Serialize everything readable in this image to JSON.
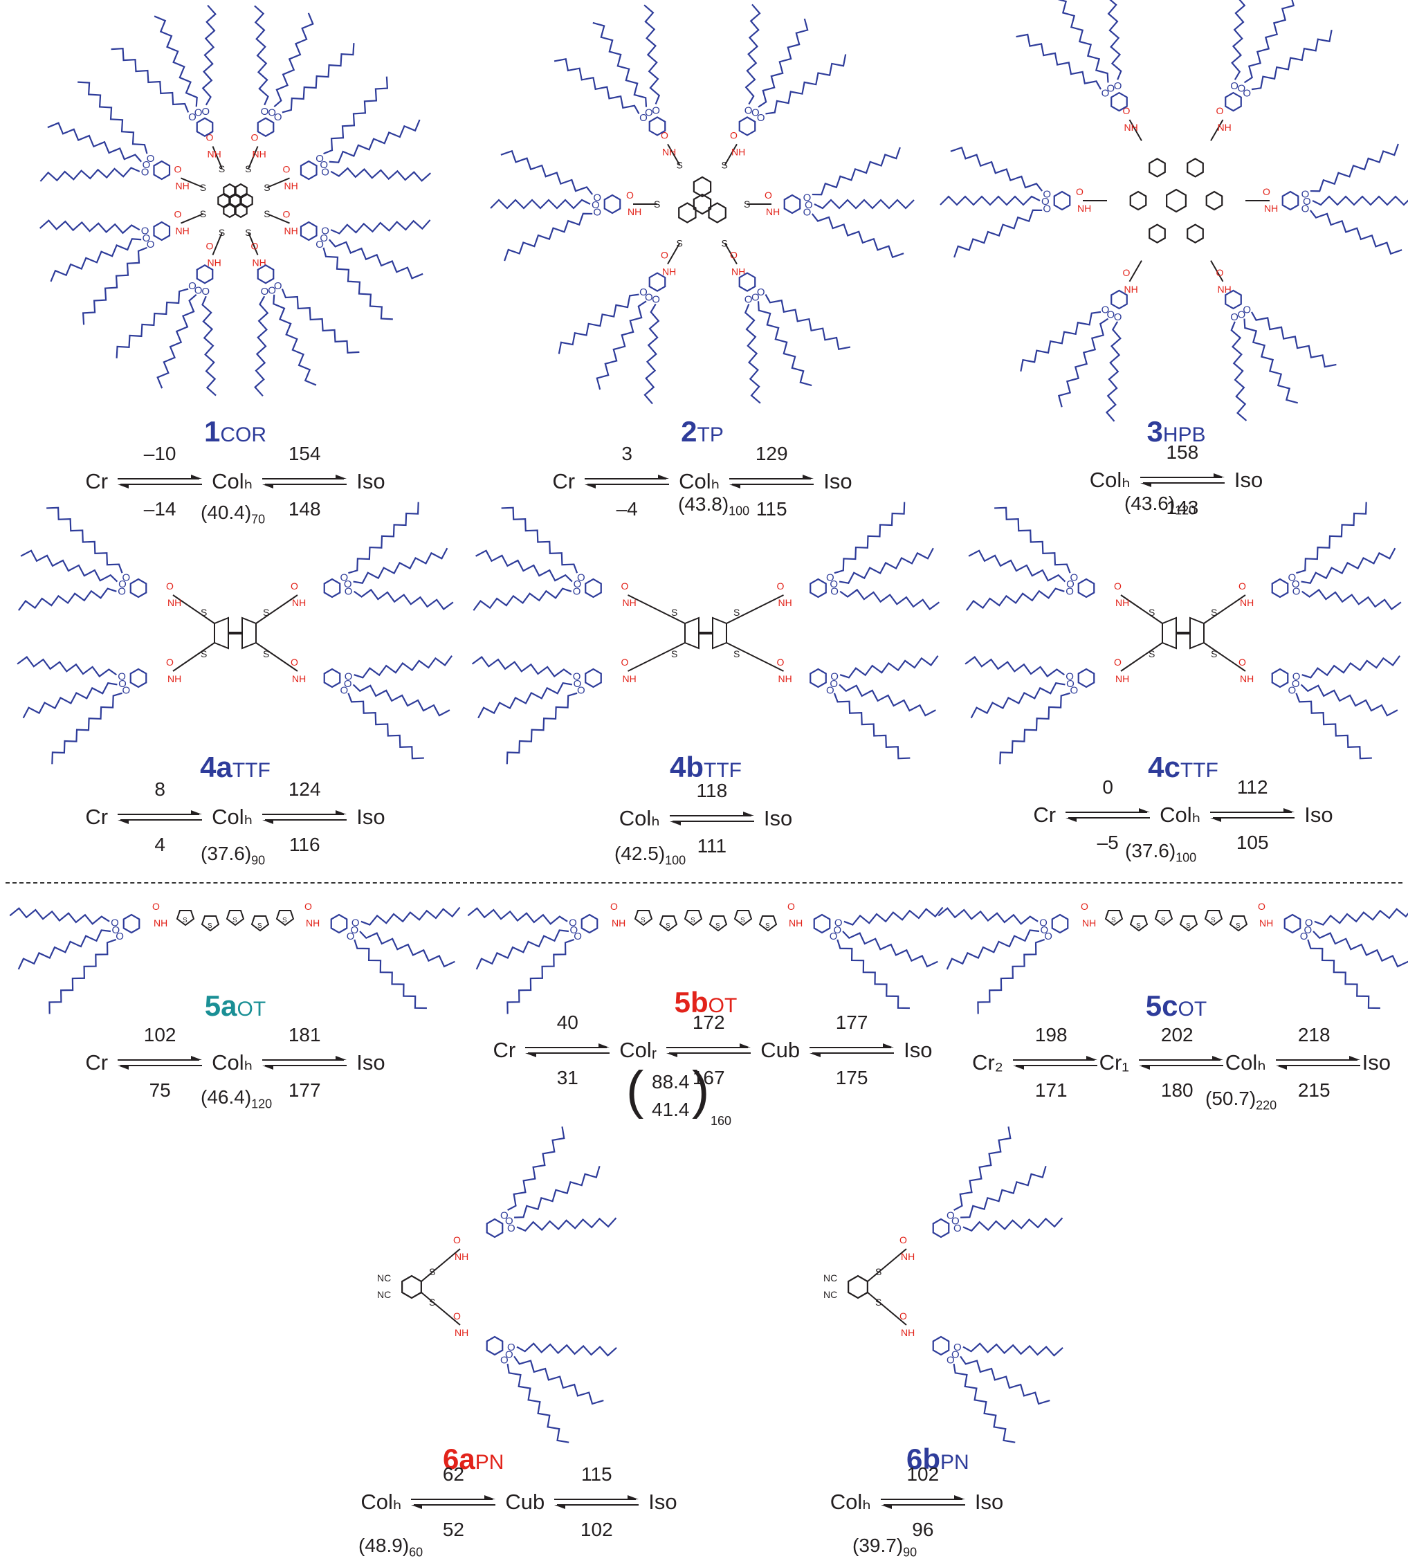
{
  "colors": {
    "alkyl": "#2e3c9a",
    "amide": "#e2231a",
    "core": "#231f20",
    "teal": "#1a8f95",
    "label_blue": "#2e3c9a",
    "label_red": "#e2231a"
  },
  "compounds": [
    {
      "id": "1",
      "num": "1",
      "sub": "COR",
      "color": "blue",
      "phases": [
        "Cr",
        "Colₕ",
        "Iso"
      ],
      "trans": [
        {
          "up": "–10",
          "dn": "–14"
        },
        {
          "up": "154",
          "dn": "148"
        }
      ],
      "dim": "(40.4)",
      "dim_sub": "70"
    },
    {
      "id": "2",
      "num": "2",
      "sub": "TP",
      "color": "blue",
      "phases": [
        "Cr",
        "Colₕ",
        "Iso"
      ],
      "trans": [
        {
          "up": "3",
          "dn": "–4"
        },
        {
          "up": "129",
          "dn": "115"
        }
      ],
      "dim": "(43.8)",
      "dim_sub": "100"
    },
    {
      "id": "3",
      "num": "3",
      "sub": "HPB",
      "color": "blue",
      "phases": [
        "Colₕ",
        "Iso"
      ],
      "trans": [
        {
          "up": "158",
          "dn": "143"
        }
      ],
      "dim": "(43.6)",
      "dim_sub": "120"
    },
    {
      "id": "4a",
      "num": "4a",
      "sub": "TTF",
      "color": "blue",
      "phases": [
        "Cr",
        "Colₕ",
        "Iso"
      ],
      "trans": [
        {
          "up": "8",
          "dn": "4"
        },
        {
          "up": "124",
          "dn": "116"
        }
      ],
      "dim": "(37.6)",
      "dim_sub": "90"
    },
    {
      "id": "4b",
      "num": "4b",
      "sub": "TTF",
      "color": "blue",
      "phases": [
        "Colₕ",
        "Iso"
      ],
      "trans": [
        {
          "up": "118",
          "dn": "111"
        }
      ],
      "dim": "(42.5)",
      "dim_sub": "100"
    },
    {
      "id": "4c",
      "num": "4c",
      "sub": "TTF",
      "color": "blue",
      "phases": [
        "Cr",
        "Colₕ",
        "Iso"
      ],
      "trans": [
        {
          "up": "0",
          "dn": "–5"
        },
        {
          "up": "112",
          "dn": "105"
        }
      ],
      "dim": "(37.6)",
      "dim_sub": "100"
    },
    {
      "id": "5a",
      "num": "5a",
      "sub": "OT",
      "color": "teal",
      "phases": [
        "Cr",
        "Colₕ",
        "Iso"
      ],
      "trans": [
        {
          "up": "102",
          "dn": "75"
        },
        {
          "up": "181",
          "dn": "177"
        }
      ],
      "dim": "(46.4)",
      "dim_sub": "120"
    },
    {
      "id": "5b",
      "num": "5b",
      "sub": "OT",
      "color": "red",
      "phases": [
        "Cr",
        "Colᵣ",
        "Cub",
        "Iso"
      ],
      "trans": [
        {
          "up": "40",
          "dn": "31"
        },
        {
          "up": "172",
          "dn": "167"
        },
        {
          "up": "177",
          "dn": "175"
        }
      ],
      "dim_a": "88.4",
      "dim_b": "41.4",
      "dim_sub": "160"
    },
    {
      "id": "5c",
      "num": "5c",
      "sub": "OT",
      "color": "blue",
      "phases": [
        "Cr₂",
        "Cr₁",
        "Colₕ",
        "Iso"
      ],
      "trans": [
        {
          "up": "198",
          "dn": "171"
        },
        {
          "up": "202",
          "dn": "180"
        },
        {
          "up": "218",
          "dn": "215"
        }
      ],
      "dim": "(50.7)",
      "dim_sub": "220"
    },
    {
      "id": "6a",
      "num": "6a",
      "sub": "PN",
      "color": "red",
      "phases": [
        "Colₕ",
        "Cub",
        "Iso"
      ],
      "trans": [
        {
          "up": "62",
          "dn": "52"
        },
        {
          "up": "115",
          "dn": "102"
        }
      ],
      "dim": "(48.9)",
      "dim_sub": "60"
    },
    {
      "id": "6b",
      "num": "6b",
      "sub": "PN",
      "color": "blue",
      "phases": [
        "Colₕ",
        "Iso"
      ],
      "trans": [
        {
          "up": "102",
          "dn": "96"
        }
      ],
      "dim": "(39.7)",
      "dim_sub": "90"
    }
  ],
  "atoms": {
    "amide_o": "O",
    "amide_nh": "NH",
    "amide_h": "H",
    "sulfur": "S",
    "ether_o": "O",
    "nitrile": "NC"
  }
}
